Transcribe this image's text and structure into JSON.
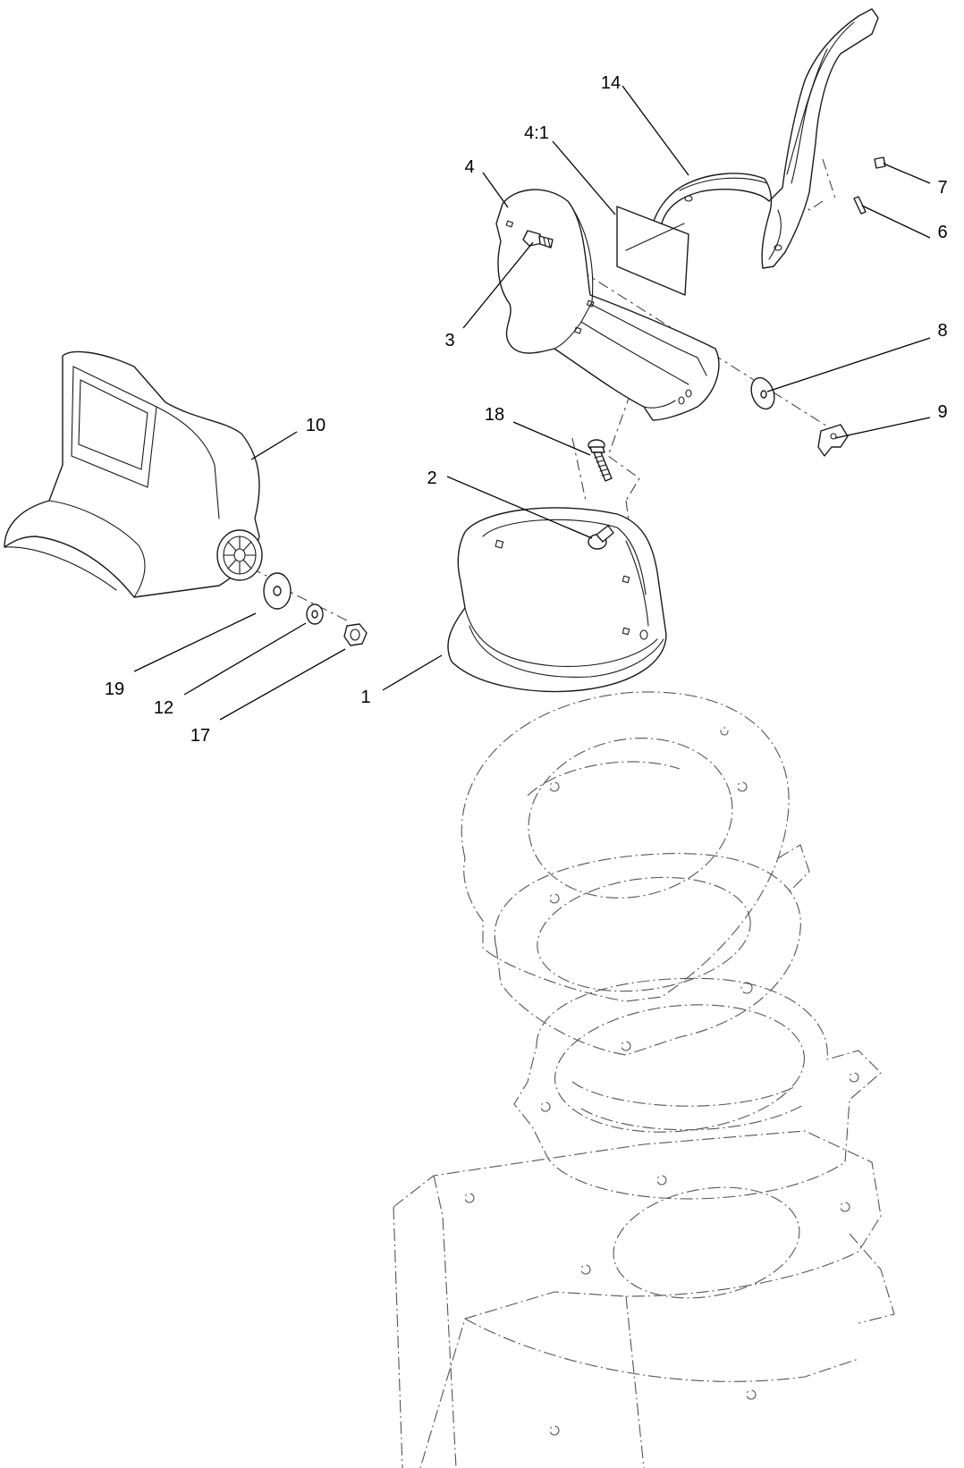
{
  "callouts": {
    "c1": "1",
    "c2": "2",
    "c3": "3",
    "c4": "4",
    "c4_1": "4:1",
    "c6": "6",
    "c7": "7",
    "c8": "8",
    "c9": "9",
    "c10": "10",
    "c12": "12",
    "c14": "14",
    "c17": "17",
    "c18": "18",
    "c19": "19"
  }
}
